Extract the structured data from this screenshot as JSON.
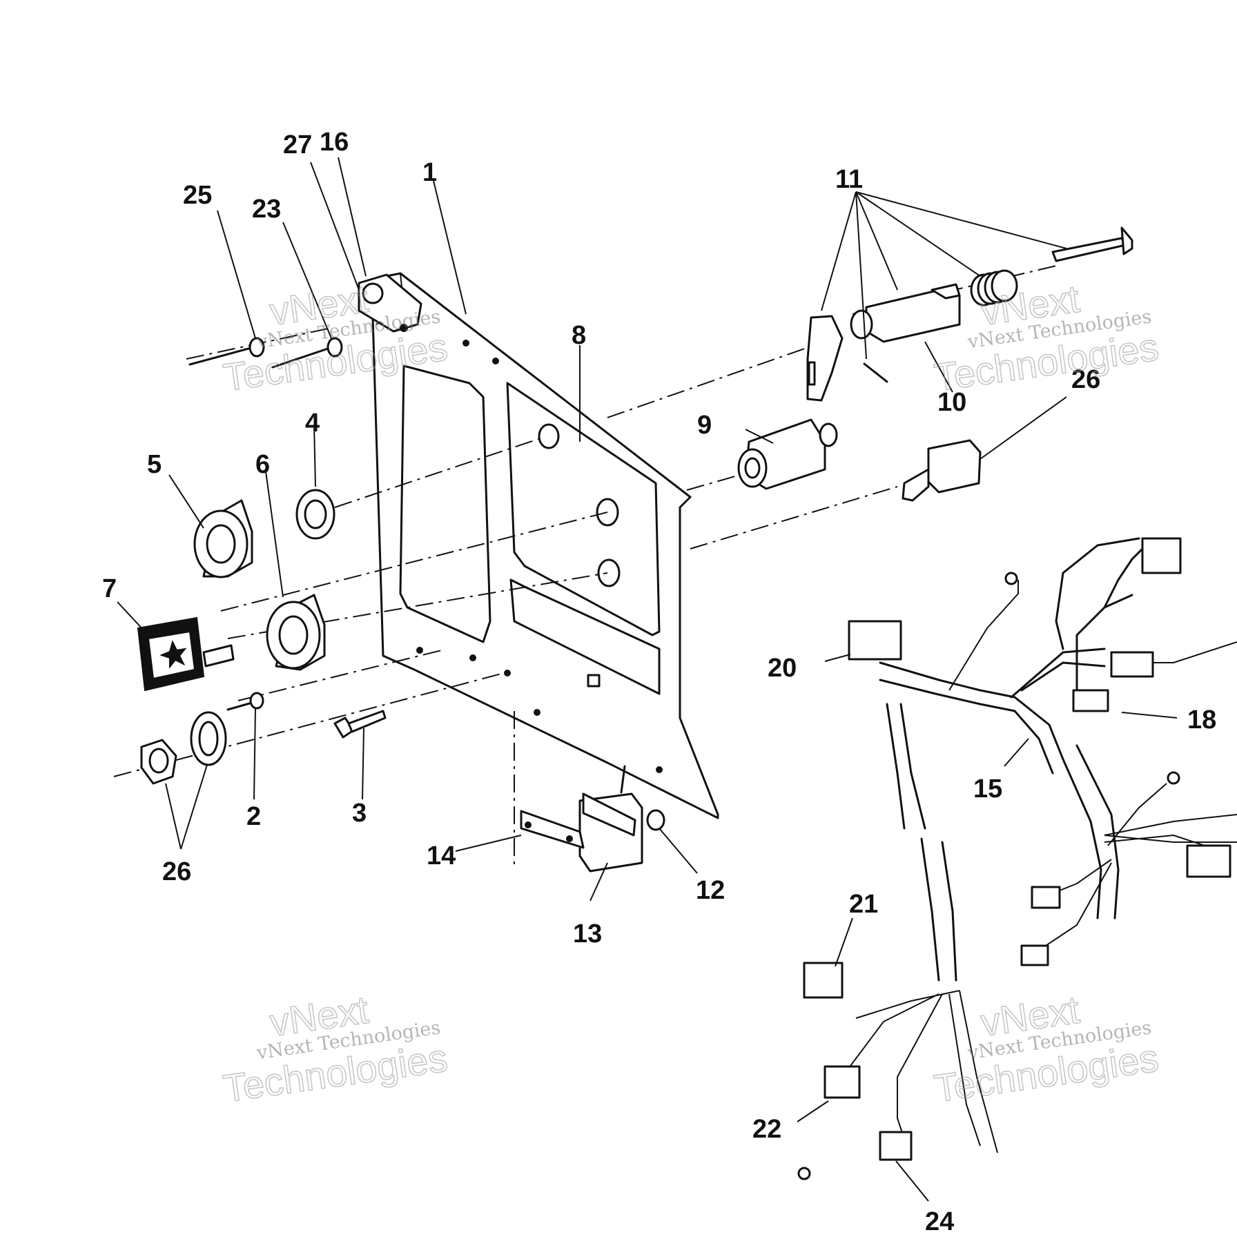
{
  "callouts": {
    "c1": "1",
    "c2": "2",
    "c3": "3",
    "c4": "4",
    "c5": "5",
    "c6": "6",
    "c7": "7",
    "c8": "8",
    "c9": "9",
    "c10": "10",
    "c11": "11",
    "c12": "12",
    "c13": "13",
    "c14": "14",
    "c15": "15",
    "c16": "16",
    "c18": "18",
    "c20": "20",
    "c21": "21",
    "c22": "22",
    "c23": "23",
    "c24": "24",
    "c25": "25",
    "c26a": "26",
    "c26b": "26",
    "c27": "27"
  },
  "watermark": {
    "line1": "vNext",
    "line2": "Technologies",
    "line3": "vNext Technologies"
  },
  "colors": {
    "ink": "#111111",
    "watermark": "#8a8a8a",
    "background": "#ffffff"
  }
}
